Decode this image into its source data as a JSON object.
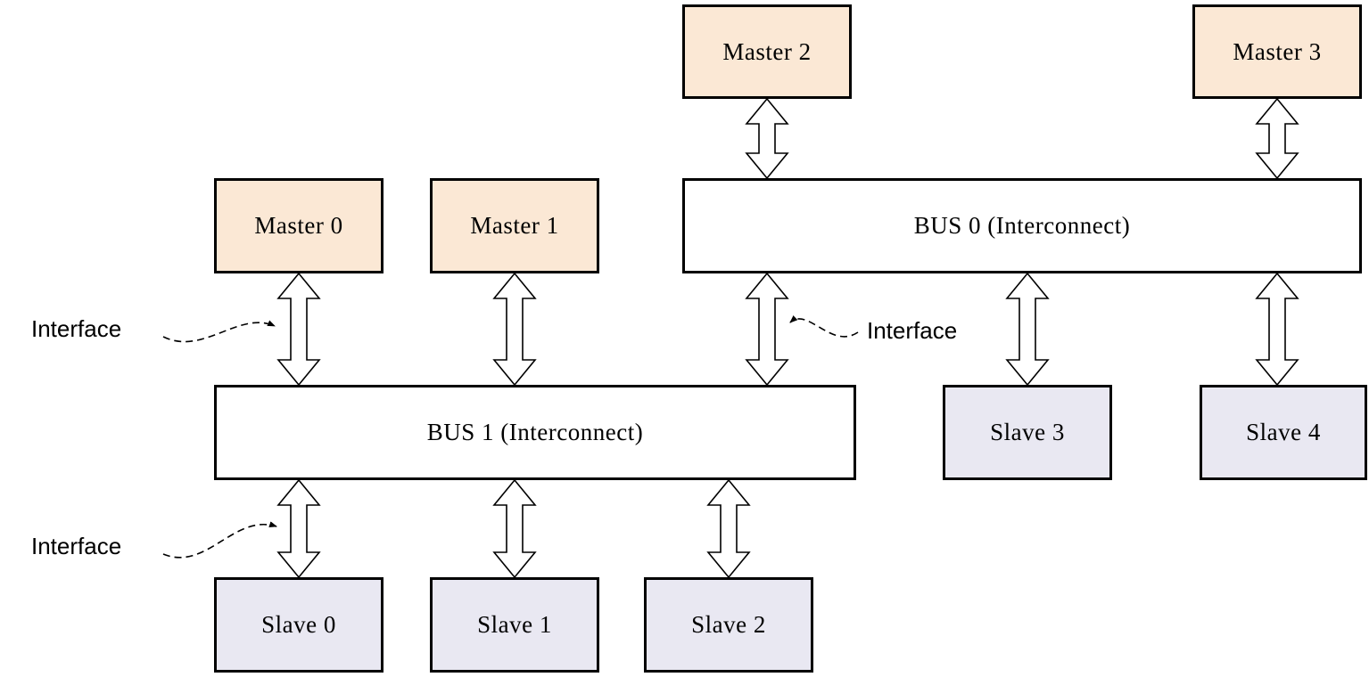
{
  "diagram_type": "bus-interconnect-block-diagram",
  "nodes": {
    "master0": {
      "label": "Master 0",
      "kind": "master"
    },
    "master1": {
      "label": "Master 1",
      "kind": "master"
    },
    "master2": {
      "label": "Master 2",
      "kind": "master"
    },
    "master3": {
      "label": "Master 3",
      "kind": "master"
    },
    "bus0": {
      "label": "BUS 0 (Interconnect)",
      "kind": "bus"
    },
    "bus1": {
      "label": "BUS 1 (Interconnect)",
      "kind": "bus"
    },
    "slave0": {
      "label": "Slave 0",
      "kind": "slave"
    },
    "slave1": {
      "label": "Slave 1",
      "kind": "slave"
    },
    "slave2": {
      "label": "Slave 2",
      "kind": "slave"
    },
    "slave3": {
      "label": "Slave 3",
      "kind": "slave"
    },
    "slave4": {
      "label": "Slave 4",
      "kind": "slave"
    }
  },
  "annotations": {
    "interface_top_left": "Interface",
    "interface_middle": "Interface",
    "interface_bottom_left": "Interface"
  },
  "connections": [
    {
      "from": "master2",
      "to": "bus0"
    },
    {
      "from": "master3",
      "to": "bus0"
    },
    {
      "from": "master0",
      "to": "bus1"
    },
    {
      "from": "master1",
      "to": "bus1"
    },
    {
      "from": "bus0",
      "to": "bus1"
    },
    {
      "from": "bus0",
      "to": "slave3"
    },
    {
      "from": "bus0",
      "to": "slave4"
    },
    {
      "from": "bus1",
      "to": "slave0"
    },
    {
      "from": "bus1",
      "to": "slave1"
    },
    {
      "from": "bus1",
      "to": "slave2"
    }
  ],
  "colors": {
    "master_fill": "#fbe8d5",
    "slave_fill": "#e9e8f2",
    "bus_fill": "#ffffff",
    "border": "#000000"
  }
}
